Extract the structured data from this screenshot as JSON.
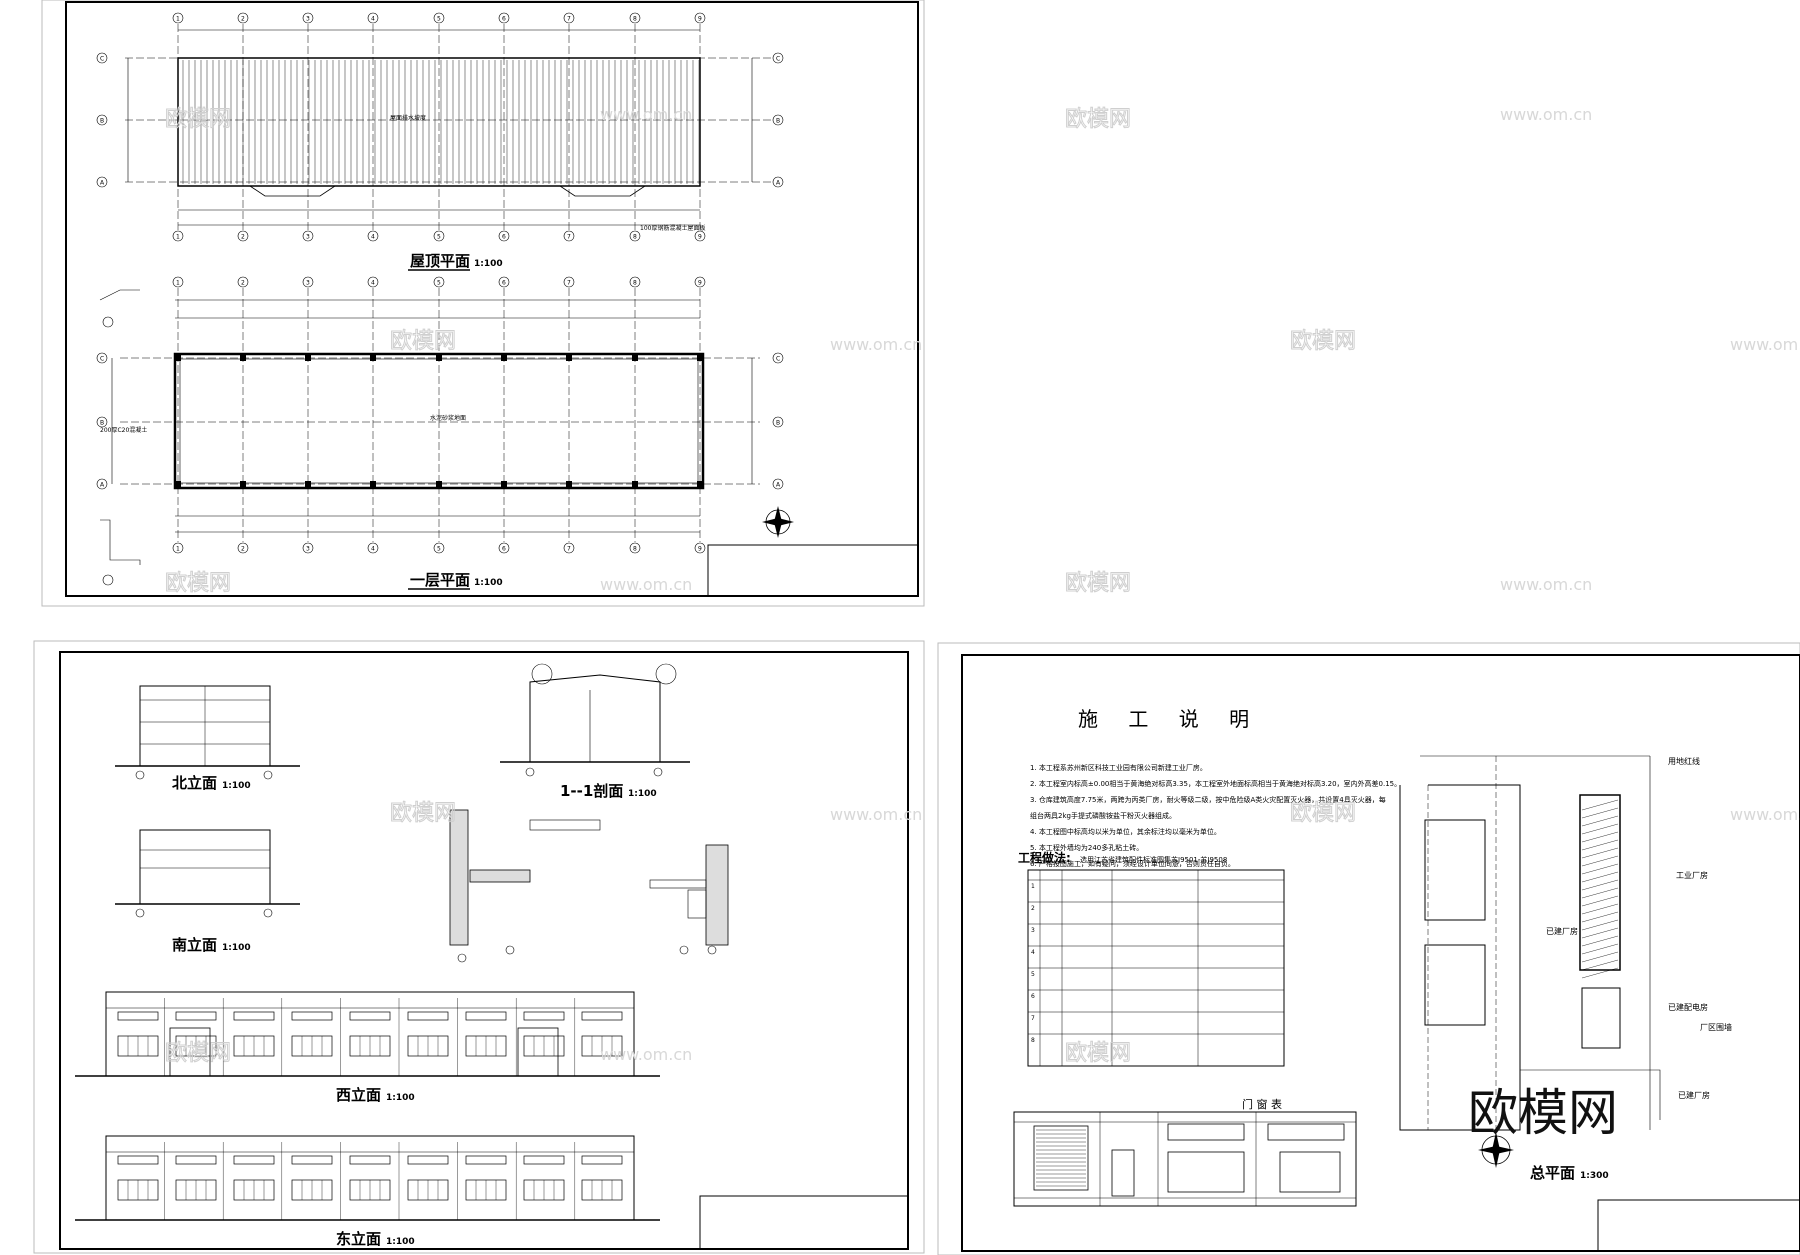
{
  "watermark": {
    "brand": "欧模网",
    "url": "www.om.cn",
    "corner_brand": "欧模网"
  },
  "sheet1": {
    "roof_title": "屋顶平面",
    "roof_scale": "1:100",
    "floor_title": "一层平面",
    "floor_scale": "1:100",
    "grid_numbers": [
      "1",
      "2",
      "3",
      "4",
      "5",
      "6",
      "7",
      "8",
      "9"
    ],
    "grid_letters": [
      "C",
      "B",
      "A"
    ]
  },
  "sheet2": {
    "north": "北立面",
    "north_scale": "1:100",
    "south": "南立面",
    "south_scale": "1:100",
    "section": "1--1剖面",
    "section_scale": "1:100",
    "west": "西立面",
    "west_scale": "1:100",
    "east": "东立面",
    "east_scale": "1:100"
  },
  "sheet3": {
    "heading": "施 工 说 明",
    "notes": [
      "1. 本工程系苏州新区科技工业园有限公司新建工业厂房。",
      "2. 本工程室内标高±0.00相当于黄海绝对标高3.35，本工程室外地面标高相当于黄海绝对标高3.20，室内外高差0.15。",
      "3. 仓库建筑高度7.75米，两跨为丙类厂房，耐火等级二级，按中危险级A类火灾配置灭火器，共设置4具灭火器，每",
      "   组台两具2kg手提式磷酸铵盐干粉灭火器组成。",
      "4. 本工程图中标高均以米为单位，其余标注均以毫米为单位。",
      "5. 本工程外墙均为240多孔粘土砖。",
      "6. 严格按图施工，如有疑问，须经设计单位同意，否则责任自负。"
    ],
    "practice_title": "工程做法:",
    "practice_note": "选用江苏省建筑配件标准图集苏J9501-苏J9508",
    "table_rows": [
      "1",
      "2",
      "3",
      "4",
      "5",
      "6",
      "7",
      "8"
    ],
    "door_table": "门 窗 表",
    "site_plan": "总平面",
    "site_scale": "1:300",
    "site_labels": [
      "用地红线",
      "工业厂房",
      "已建厂房",
      "已建配电房",
      "厂区围墙",
      "已建厂房"
    ]
  }
}
